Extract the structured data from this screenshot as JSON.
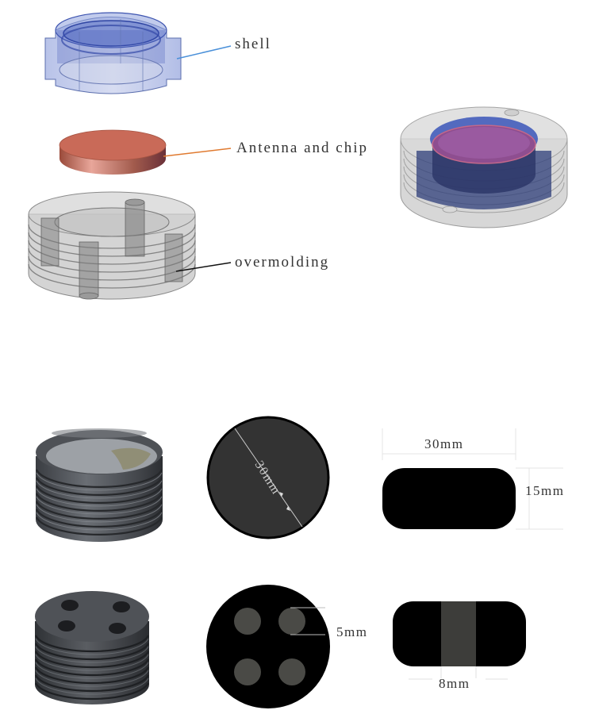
{
  "exploded_view": {
    "parts": [
      {
        "id": "shell",
        "label": "shell",
        "color": "#5a72c8",
        "leader_color": "#4a90d9"
      },
      {
        "id": "antenna",
        "label": "Antenna and chip",
        "color": "#c8604a",
        "leader_color": "#e07a30"
      },
      {
        "id": "overmolding",
        "label": "overmolding",
        "color": "#8a8a8a",
        "leader_color": "#111111"
      }
    ],
    "assembled_view": {
      "description": "assembled tag"
    }
  },
  "photos": {
    "row1": {
      "description": "threaded tag photo (top with antenna)"
    },
    "row2": {
      "description": "threaded tag photo with four holes"
    }
  },
  "dimensions": {
    "top_view_1": {
      "diameter_label": "30mm"
    },
    "side_view_1": {
      "width_label": "30mm",
      "height_label": "15mm"
    },
    "top_view_2": {
      "hole_label": "5mm"
    },
    "side_view_2": {
      "band_label": "8mm"
    }
  }
}
